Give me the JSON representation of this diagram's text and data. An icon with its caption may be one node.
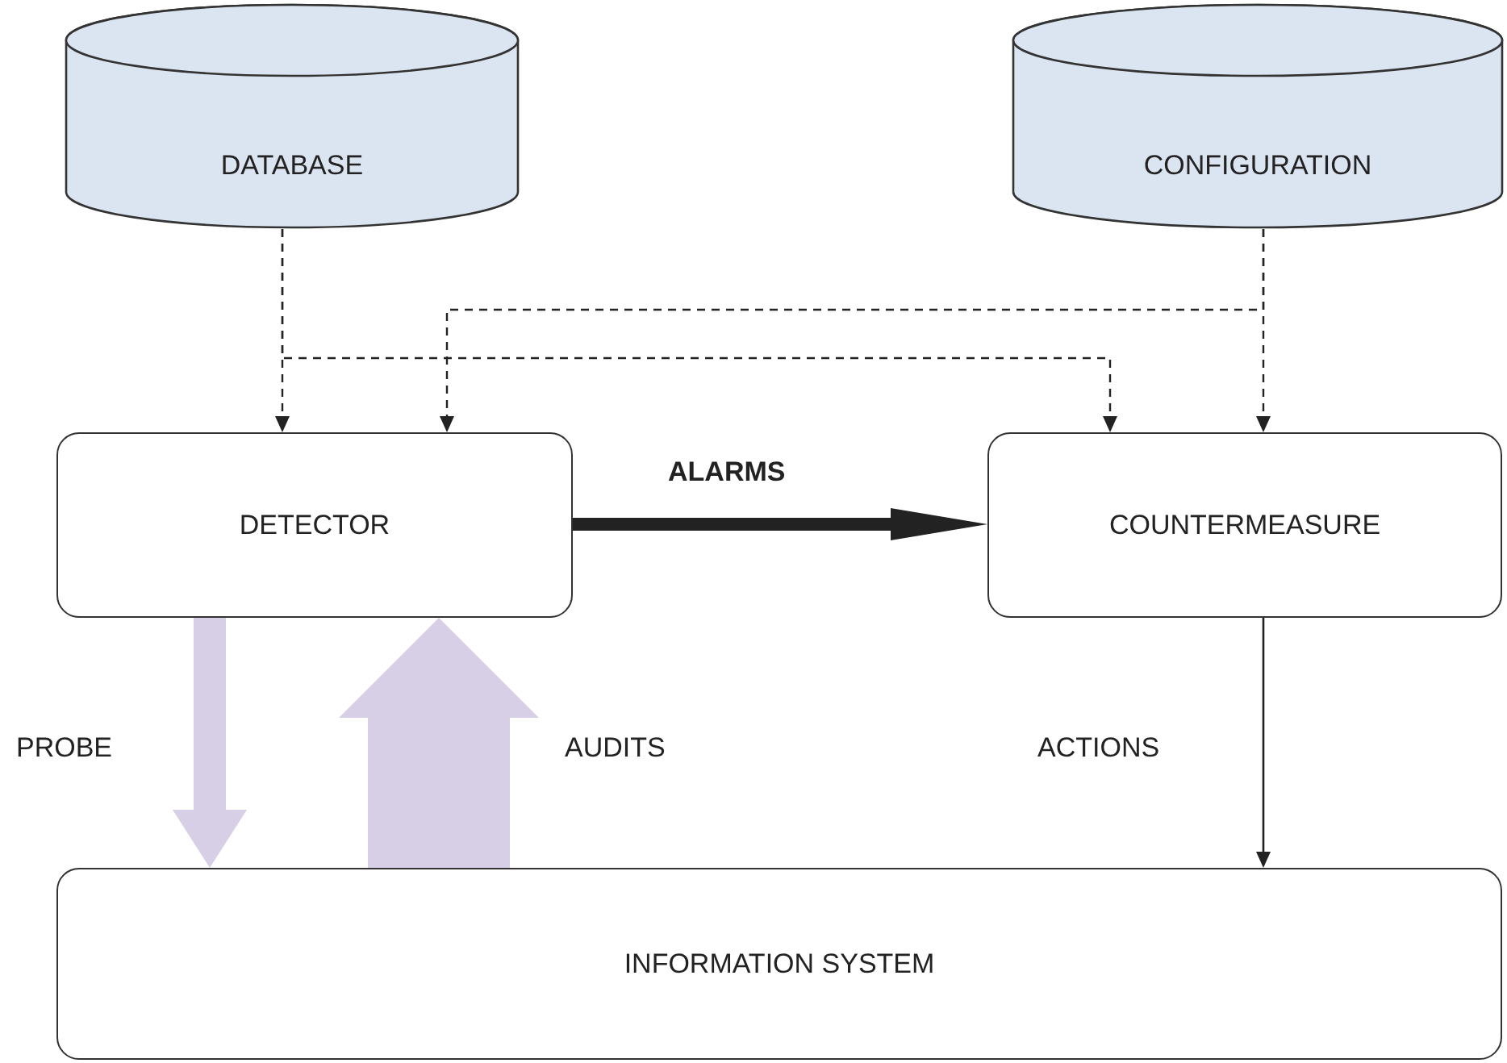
{
  "diagram": {
    "nodes": [
      {
        "text": [
          "DATABASE"
        ]
      },
      {
        "text": [
          "CONFIGURATION"
        ]
      },
      {
        "text": [
          "DETECTOR"
        ]
      },
      {
        "text": [
          "COUNTERMEASURE"
        ]
      },
      {
        "text": [
          "INFORMATION SYSTEM"
        ]
      }
    ],
    "edges": [
      {
        "from": 0,
        "to": 2,
        "arrow": "to",
        "style": "dashed"
      },
      {
        "from": 0,
        "to": 3,
        "arrow": "to",
        "style": "dashed"
      },
      {
        "from": 1,
        "to": 3,
        "arrow": "to",
        "style": "dashed"
      },
      {
        "from": 1,
        "to": 2,
        "arrow": "to",
        "style": "dashed"
      },
      {
        "from": 2,
        "to": 3,
        "arrow": "to",
        "label": "ALARMS",
        "style": "thick"
      },
      {
        "from": 2,
        "to": 4,
        "arrow": "to",
        "label": "PROBE",
        "style": "thick",
        "color": "#d6cfe6"
      },
      {
        "from": 4,
        "to": 2,
        "arrow": "to",
        "label": "AUDITS",
        "style": "thick",
        "color": "#d6cfe6"
      },
      {
        "from": 3,
        "to": 4,
        "arrow": "to",
        "label": "ACTIONS"
      }
    ]
  }
}
